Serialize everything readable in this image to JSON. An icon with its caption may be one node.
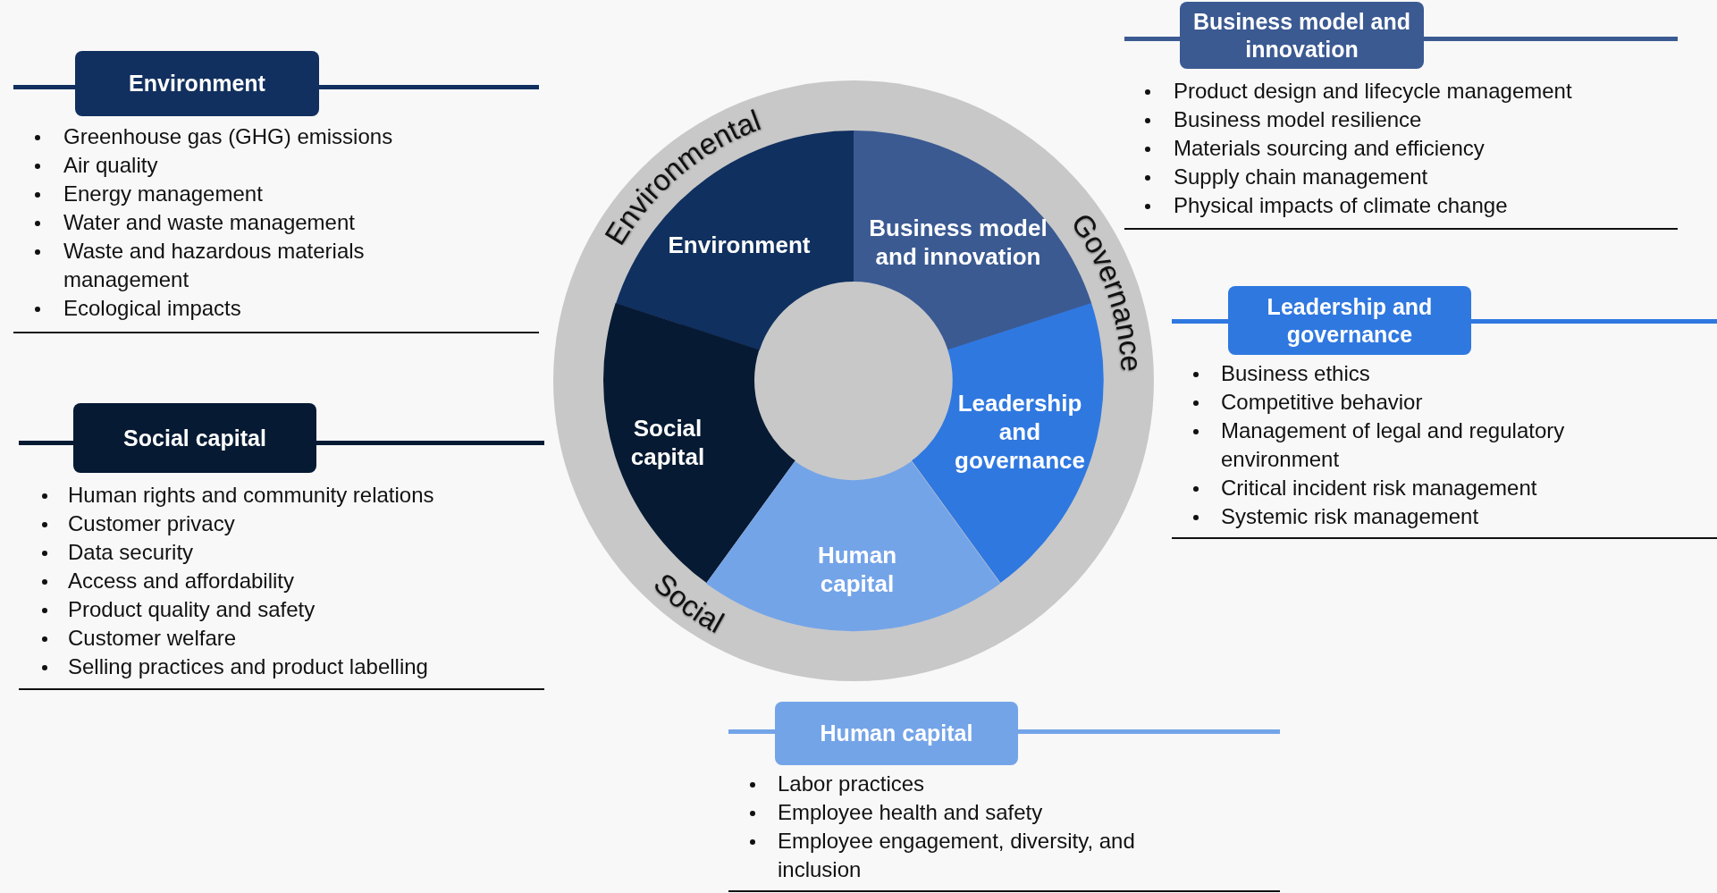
{
  "diagram": {
    "nodes": [
      {
        "text": [
          "Environment",
          "Greenhouse gas (GHG) emissions",
          "Air quality",
          "Energy management",
          "Water and waste management",
          "Waste and hazardous materials management",
          "Ecological impacts"
        ]
      },
      {
        "text": [
          "Business model and innovation",
          "Product design and lifecycle management",
          "Business model resilience",
          "Materials sourcing and efficiency",
          "Supply chain management",
          "Physical impacts of climate change"
        ]
      },
      {
        "text": [
          "Environment"
        ]
      },
      {
        "text": [
          "Business model and innovation"
        ]
      },
      {
        "text": [
          "Social capital"
        ]
      },
      {
        "text": [
          "Leadership and governance"
        ]
      },
      {
        "text": [
          "Human capital"
        ]
      },
      {
        "text": [
          "Social capital",
          "Human rights and community relations",
          "Customer privacy",
          "Data security",
          "Access and affordability",
          "Product quality and safety",
          "Customer welfare",
          "Selling practices and product labelling"
        ]
      },
      {
        "text": [
          "Leadership and governance",
          "Business ethics",
          "Competitive behavior",
          "Management of legal and regulatory environment",
          "Critical incident risk management",
          "Systemic risk management"
        ]
      },
      {
        "text": [
          "Human capital",
          "Labor practices",
          "Employee health and safety",
          "Employee engagement, diversity, and inclusion"
        ]
      }
    ],
    "edges": [],
    "labels": [
      "Environmental",
      "Governance",
      "Social"
    ]
  }
}
